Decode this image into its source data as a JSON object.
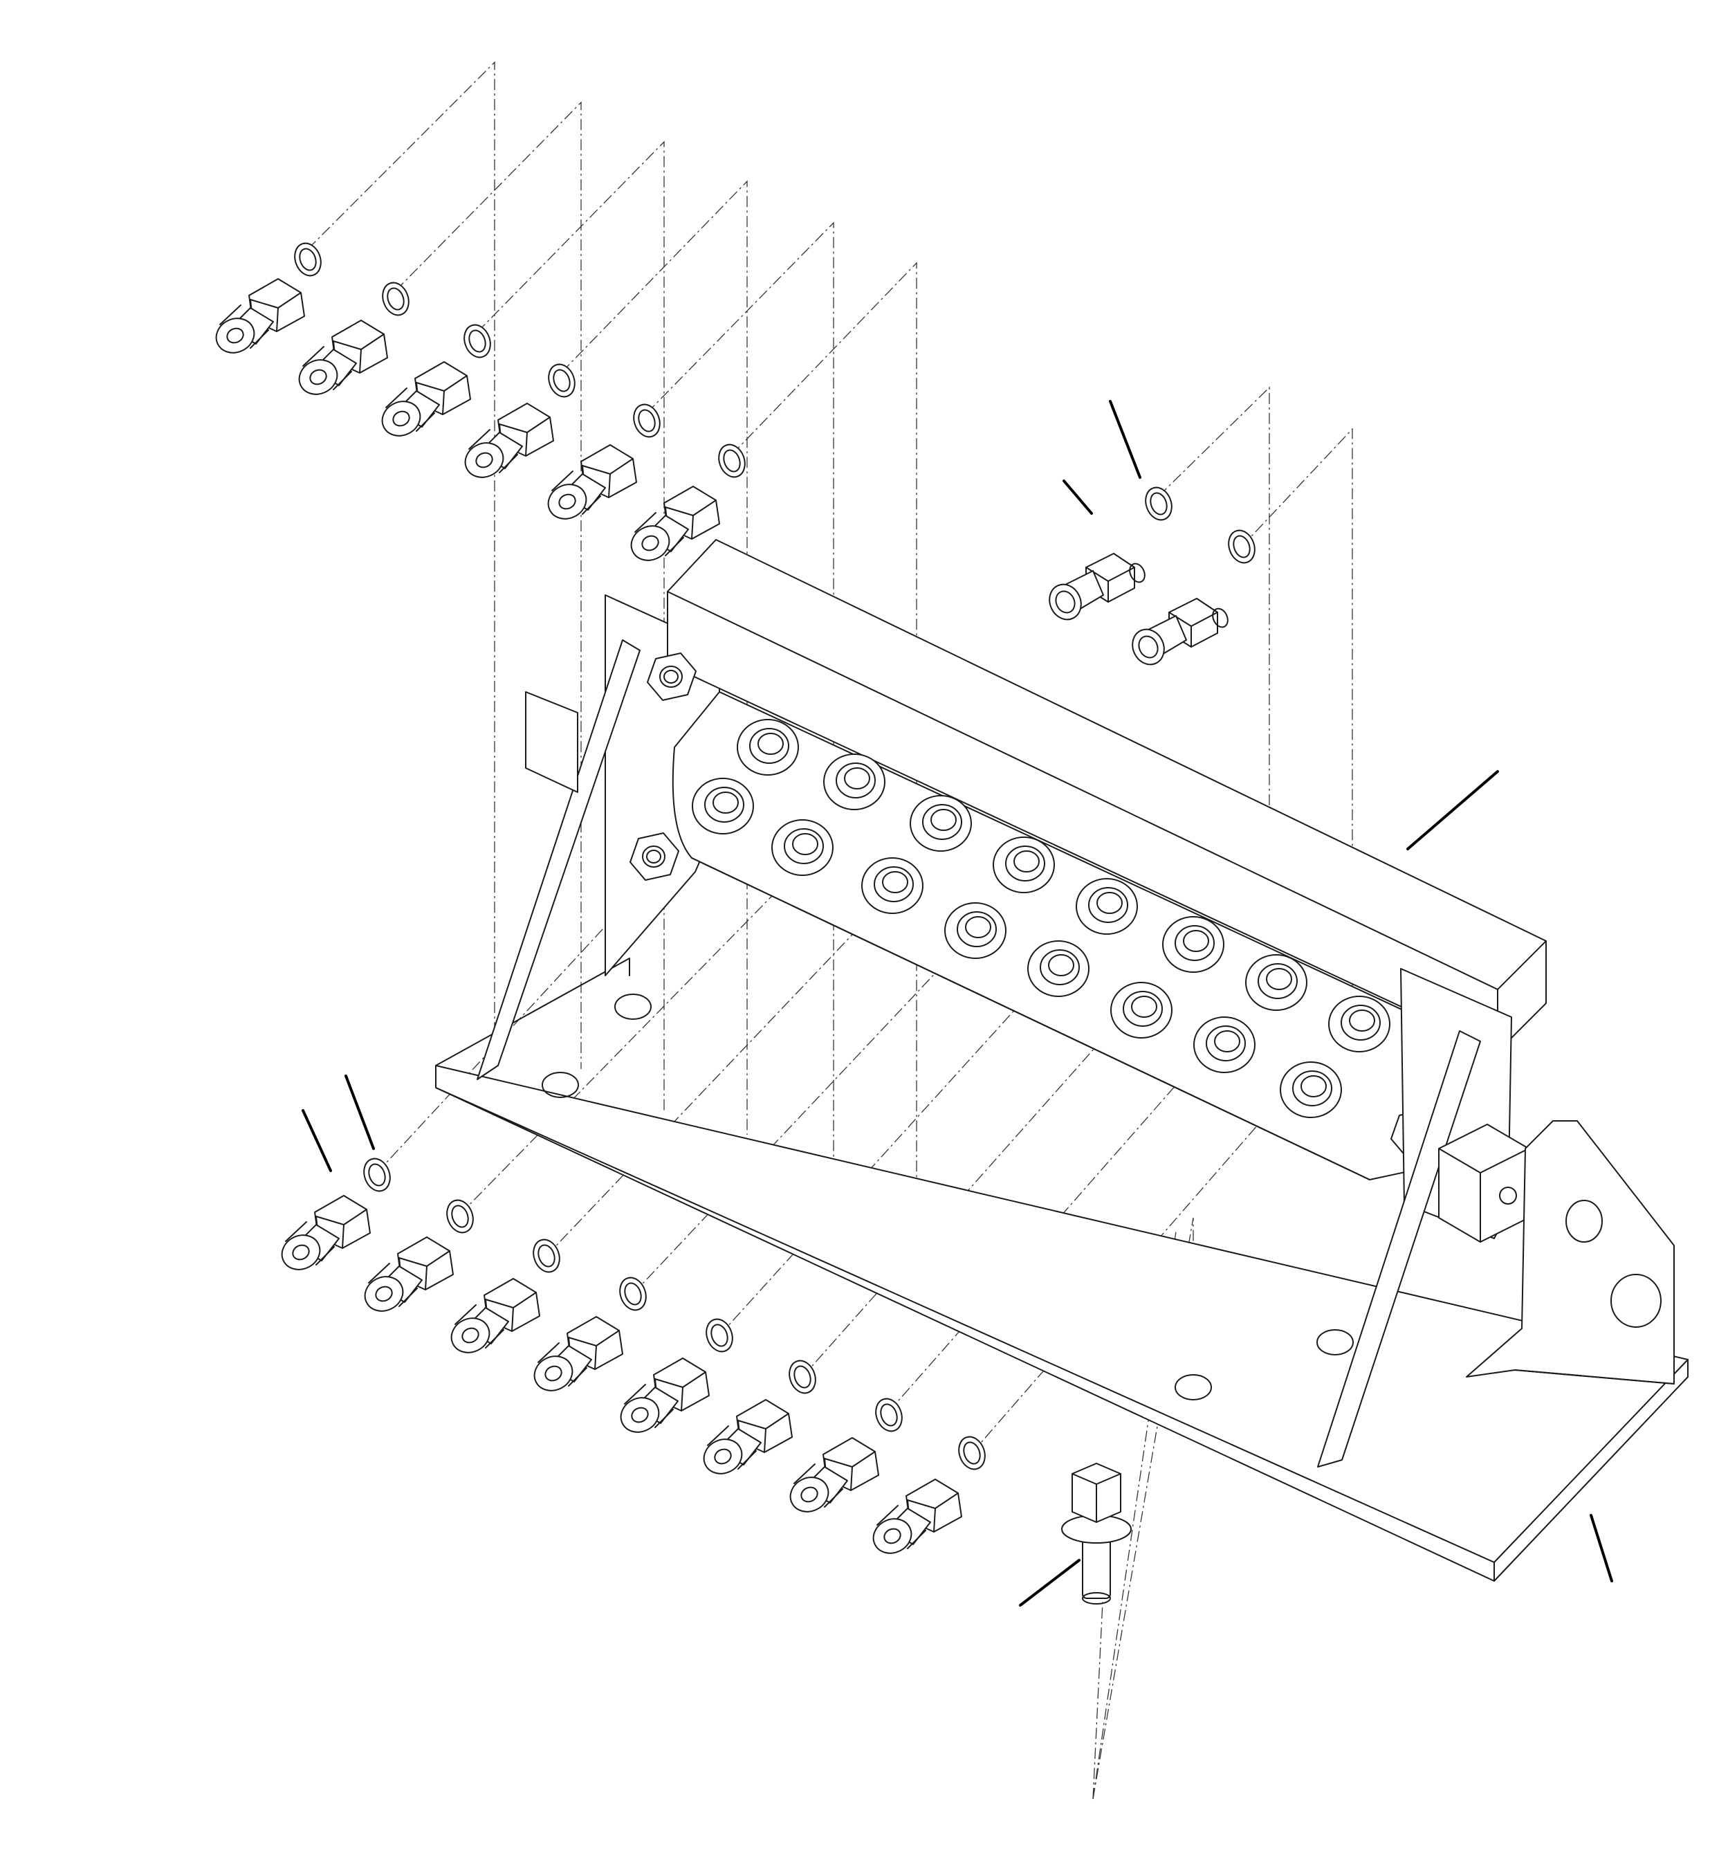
{
  "diagram": {
    "kind": "exploded-assembly-view",
    "parts": [
      {
        "id": "base-plate",
        "icon": "base-plate-icon"
      },
      {
        "id": "manifold-block",
        "icon": "manifold-block-icon"
      },
      {
        "id": "right-bracket",
        "icon": "bracket-icon"
      },
      {
        "id": "flange-bolt",
        "icon": "bolt-icon"
      },
      {
        "id": "hose-barb-fitting",
        "icon": "barb-fitting-icon",
        "count": 2
      },
      {
        "id": "hydraulic-fitting",
        "icon": "fitting-icon",
        "count": 14
      },
      {
        "id": "o-ring-seal",
        "icon": "o-ring-icon",
        "count": 16
      },
      {
        "id": "hex-nut",
        "icon": "nut-icon",
        "count": 4
      }
    ],
    "callouts": [
      {
        "target": "hose-barb-fitting"
      },
      {
        "target": "o-ring-seal"
      },
      {
        "target": "manifold-block"
      },
      {
        "target": "hydraulic-fitting"
      },
      {
        "target": "o-ring-seal"
      },
      {
        "target": "flange-bolt"
      },
      {
        "target": "base-plate"
      }
    ],
    "colors": {
      "line": "#1a1a1a",
      "background": "#ffffff"
    }
  }
}
